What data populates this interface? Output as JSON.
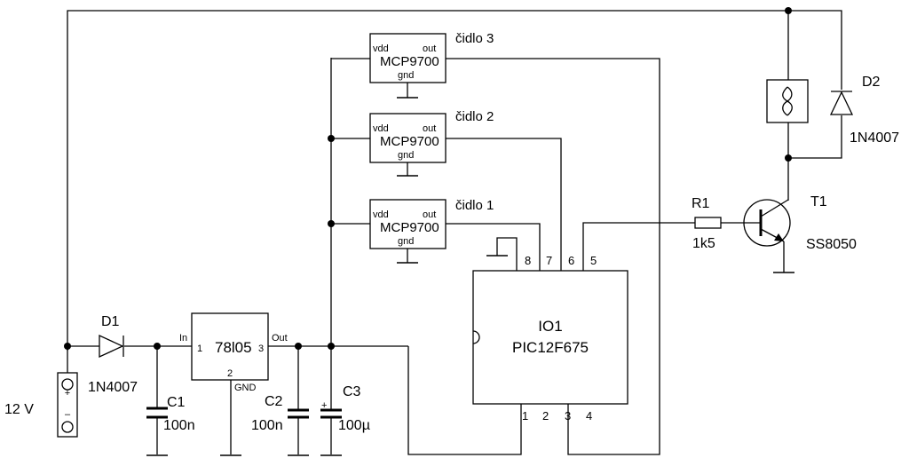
{
  "supply": {
    "label": "12 V",
    "plus": "+",
    "minus": "–"
  },
  "d1": {
    "ref": "D1",
    "value": "1N4007"
  },
  "c1": {
    "ref": "C1",
    "value": "100n"
  },
  "c2": {
    "ref": "C2",
    "value": "100n"
  },
  "c3": {
    "ref": "C3",
    "value": "100µ",
    "polarity": "+"
  },
  "regulator": {
    "part": "78l05",
    "in_label": "In",
    "out_label": "Out",
    "gnd_label": "GND",
    "pin1": "1",
    "pin2": "2",
    "pin3": "3"
  },
  "sensors": [
    {
      "name": "čidlo 3",
      "part": "MCP9700",
      "vdd": "vdd",
      "out": "out",
      "gnd": "gnd"
    },
    {
      "name": "čidlo 2",
      "part": "MCP9700",
      "vdd": "vdd",
      "out": "out",
      "gnd": "gnd"
    },
    {
      "name": "čidlo 1",
      "part": "MCP9700",
      "vdd": "vdd",
      "out": "out",
      "gnd": "gnd"
    }
  ],
  "mcu": {
    "ref": "IO1",
    "part": "PIC12F675",
    "pins_top": [
      "8",
      "7",
      "6",
      "5"
    ],
    "pins_bottom": [
      "1",
      "2",
      "3",
      "4"
    ]
  },
  "r1": {
    "ref": "R1",
    "value": "1k5"
  },
  "t1": {
    "ref": "T1",
    "value": "SS8050"
  },
  "d2": {
    "ref": "D2",
    "value": "1N4007"
  }
}
